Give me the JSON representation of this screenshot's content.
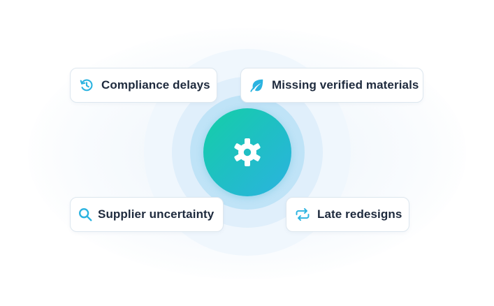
{
  "colors": {
    "accent": "#2bb3e0",
    "hub_start": "#14cfa6",
    "hub_end": "#2bb3e0",
    "label_text": "#1e2a3d"
  },
  "hub": {
    "icon": "gear-icon"
  },
  "challenges": [
    {
      "label": "Compliance delays",
      "icon": "history-icon"
    },
    {
      "label": "Missing verified materials",
      "icon": "leaf-icon"
    },
    {
      "label": "Supplier uncertainty",
      "icon": "search-icon"
    },
    {
      "label": "Late redesigns",
      "icon": "refresh-icon"
    }
  ]
}
